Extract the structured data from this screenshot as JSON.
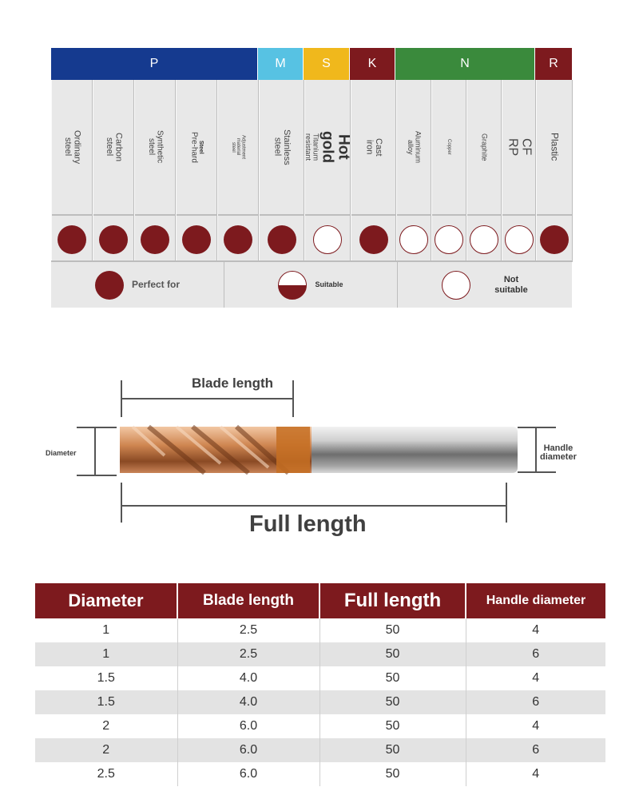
{
  "material_chart": {
    "groups": [
      {
        "code": "P",
        "color": "#153a8f"
      },
      {
        "code": "M",
        "color": "#57c2e3"
      },
      {
        "code": "S",
        "color": "#f0b81c"
      },
      {
        "code": "K",
        "color": "#7d1a1e"
      },
      {
        "code": "N",
        "color": "#3a8a3c"
      },
      {
        "code": "R",
        "color": "#7d1a1e"
      }
    ],
    "materials": [
      {
        "label": "Ordinary\nsteel",
        "rating": "perfect"
      },
      {
        "label": "Carbon\nsteel",
        "rating": "perfect"
      },
      {
        "label": "Synthetic\nsteel",
        "rating": "perfect"
      },
      {
        "label": "Pre-hard",
        "sub": "Steel",
        "rating": "perfect"
      },
      {
        "label": "Adjustment\nmaterial\nsteel",
        "rating": "perfect"
      },
      {
        "label": "Stainless\nsteel",
        "rating": "perfect"
      },
      {
        "label": "Titanium\nresistant",
        "sub": "Hot\ngold",
        "rating": "not_suitable"
      },
      {
        "label": "Cast\niron",
        "rating": "perfect"
      },
      {
        "label": "Aluminum\nalloy",
        "rating": "not_suitable"
      },
      {
        "label": "Copper",
        "rating": "not_suitable"
      },
      {
        "label": "Graphite",
        "rating": "not_suitable"
      },
      {
        "label": "CF\nRP",
        "rating": "not_suitable"
      },
      {
        "label": "Plastic",
        "rating": "perfect"
      }
    ],
    "legend": {
      "perfect": "Perfect for",
      "suitable": "Suitable",
      "not_suitable": "Not\nsuitable"
    }
  },
  "dimensions": {
    "blade_length": "Blade length",
    "diameter": "Diameter",
    "handle_diameter": "Handle\ndiameter",
    "full_length": "Full length"
  },
  "spec_table": {
    "headers": [
      "Diameter",
      "Blade length",
      "Full length",
      "Handle diameter"
    ],
    "rows": [
      [
        "1",
        "2.5",
        "50",
        "4"
      ],
      [
        "1",
        "2.5",
        "50",
        "6"
      ],
      [
        "1.5",
        "4.0",
        "50",
        "4"
      ],
      [
        "1.5",
        "4.0",
        "50",
        "6"
      ],
      [
        "2",
        "6.0",
        "50",
        "4"
      ],
      [
        "2",
        "6.0",
        "50",
        "6"
      ],
      [
        "2.5",
        "6.0",
        "50",
        "4"
      ]
    ]
  }
}
